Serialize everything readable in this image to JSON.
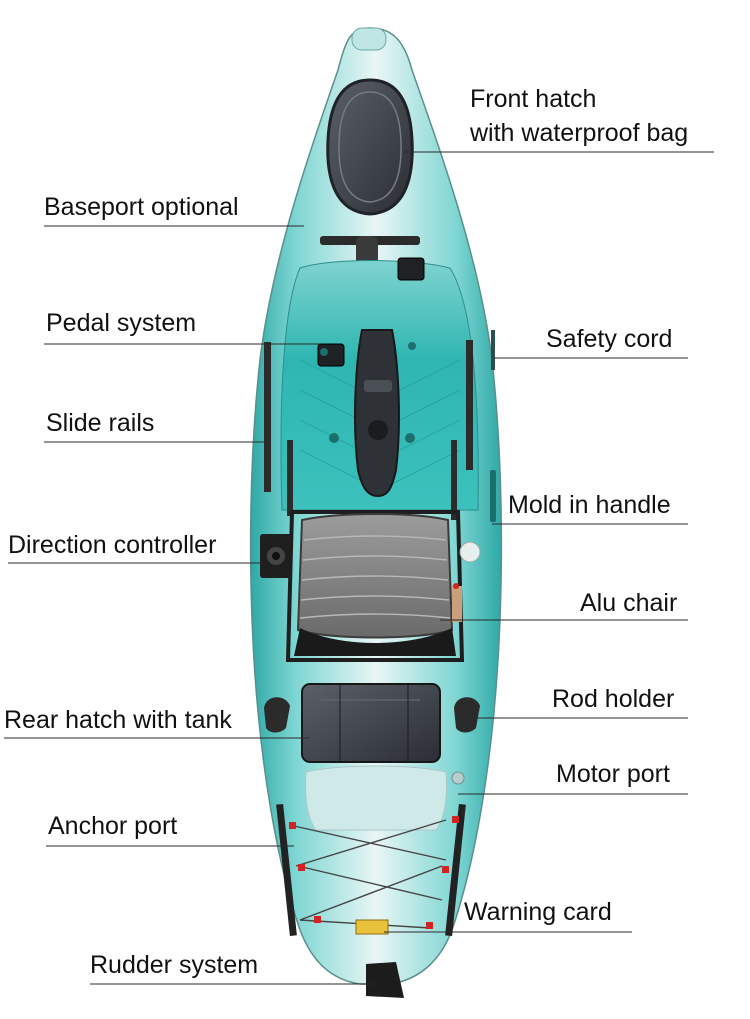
{
  "labels": {
    "front_hatch_line1": "Front hatch",
    "front_hatch_line2": "with waterproof bag",
    "baseport": "Baseport optional",
    "pedal_system": "Pedal system",
    "safety_cord": "Safety cord",
    "slide_rails": "Slide rails",
    "mold_in_handle": "Mold in handle",
    "direction_controller": "Direction controller",
    "alu_chair": "Alu chair",
    "rod_holder": "Rod holder",
    "rear_hatch": "Rear hatch with tank",
    "motor_port": "Motor port",
    "anchor_port": "Anchor port",
    "warning_card": "Warning card",
    "rudder_system": "Rudder system"
  },
  "colors": {
    "hull_teal": "#3fc3c0",
    "hull_light": "#d9f0ef",
    "hull_white": "#f3f7f7",
    "deck_teal": "#2fb6b2",
    "hatch_dark": "#3b3f46",
    "seat_grey": "#8a8a8a",
    "rail_dark": "#2b2b2b",
    "accent_red": "#d22323",
    "card_yellow": "#e8c23a",
    "leader_line": "#2a2a2a"
  }
}
